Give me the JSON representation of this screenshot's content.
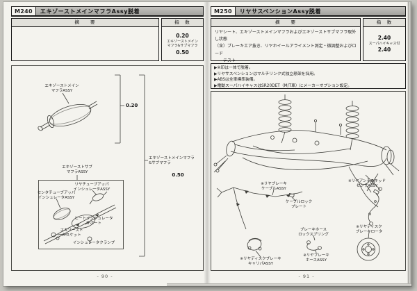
{
  "book": {
    "left_page": {
      "code": "M240",
      "title": "エキゾーストメインマフラAssy脱着",
      "table": {
        "header_summary": "摘　　要",
        "header_index": "指　数",
        "summary_text": "",
        "index_value_top": "0.20",
        "index_label": "エキゾーストメイン\nマフラ&サブマフラ",
        "index_value_bottom": "0.50"
      },
      "diagram": {
        "main_muffler_label": "エキゾーストメイン\nマフラASSY",
        "bracket_main_value": "0.20",
        "bracket_combined_label": "エキゾーストメインマフラ\n&サブマフラ",
        "bracket_combined_value": "0.50",
        "sub_muffler_label": "エキゾーストサブ\nマフラASSY",
        "part_labels": [
          {
            "text": "リヤチューブアッパ\nインシュレータASSY"
          },
          {
            "text": "センタチューブアッパ\nインシュレータASSY"
          },
          {
            "text": "ヒートインシュレータ\nサポート"
          },
          {
            "text": "エキゾースト\nガスケット"
          },
          {
            "text": "インシュレータクランプ"
          }
        ]
      },
      "page_number": "- 90 -"
    },
    "right_page": {
      "code": "M250",
      "title": "リヤサスペンションAssy脱着",
      "table": {
        "header_summary": "摘　　要",
        "header_index": "指　数",
        "summary_text": "リヤシート、エキゾーストメインマフラおよびエキゾーストサブマフラ取外し状態\n（含）ブレーキエア抜き、リヤホイールアライメント測定・微調整およびロード\n　　テスト",
        "index_value_top": "2.40",
        "index_label": "スーパハイキャス付",
        "index_value_bottom": "2.40"
      },
      "notes": [
        "▶※印は一体で脱着。",
        "▶リヤサスペンションはマルチリンク式独立懸架を採用。",
        "▶ABSは全車標準装備。",
        "▶電動スーパハイキャスはSR20DET（M/T車）にメーカーオプション設定。"
      ],
      "diagram": {
        "part_labels": [
          {
            "text": "※リヤブレーキ\nケーブルASSY"
          },
          {
            "text": "ケーブルロック\nプレート"
          },
          {
            "text": "※リヤアンチスキッド\nセンサASSY"
          },
          {
            "text": "ブレーキホース\nロックスプリング"
          },
          {
            "text": "※リヤディスクブレーキ\nキャリパASSY"
          },
          {
            "text": "※リヤブレーキ\nホースASSY"
          },
          {
            "text": "※リヤディスク\nブレーキロータ"
          }
        ]
      },
      "page_number": "- 91 -"
    }
  },
  "colors": {
    "scan_background": "#c6c5bf",
    "page": "#f4f3ee",
    "header_bar": "#aeada9",
    "ink": "#1d1d1d"
  }
}
